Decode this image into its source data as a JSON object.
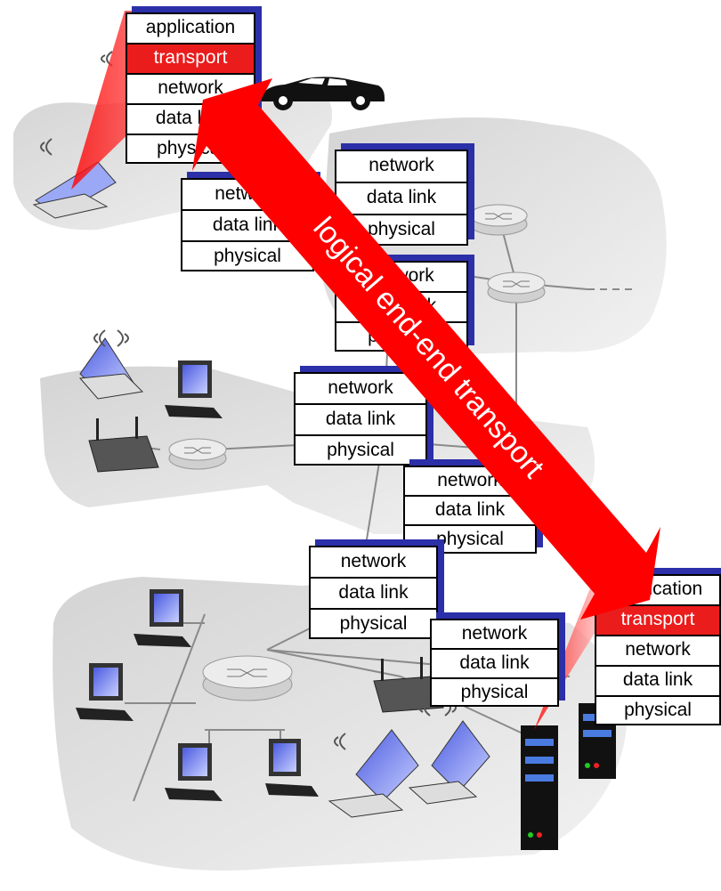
{
  "colors": {
    "transport_highlight": "#ea1c1c",
    "logical_arrow": "#ff0000",
    "stack_shadow": "#2b2fa8",
    "network_cloud": "#dcdcdc",
    "router": "#e4e4e4",
    "laptop_screen": "#6c7ff0"
  },
  "logical_transport_label": "logical end-end transport",
  "end_host_left": {
    "layers": [
      "application",
      "transport",
      "network",
      "data link",
      "physical"
    ],
    "highlighted_layer": "transport"
  },
  "end_host_right": {
    "layers": [
      "application",
      "transport",
      "network",
      "data link",
      "physical"
    ],
    "highlighted_layer": "transport"
  },
  "router_stacks": [
    {
      "layers": [
        "network",
        "data link",
        "physical"
      ]
    },
    {
      "layers": [
        "network",
        "data link",
        "physical"
      ]
    },
    {
      "layers": [
        "network",
        "data link",
        "physical"
      ]
    },
    {
      "layers": [
        "network",
        "data link",
        "physical"
      ]
    },
    {
      "layers": [
        "network",
        "data link",
        "physical"
      ]
    },
    {
      "layers": [
        "network",
        "data link",
        "physical"
      ]
    },
    {
      "layers": [
        "network",
        "data link",
        "physical"
      ]
    }
  ],
  "icons": {
    "car": "car-icon",
    "router": "router-icon",
    "laptop": "laptop-icon",
    "desktop": "desktop-icon",
    "server": "server-icon",
    "wireless_ap": "wireless-access-point-icon"
  }
}
